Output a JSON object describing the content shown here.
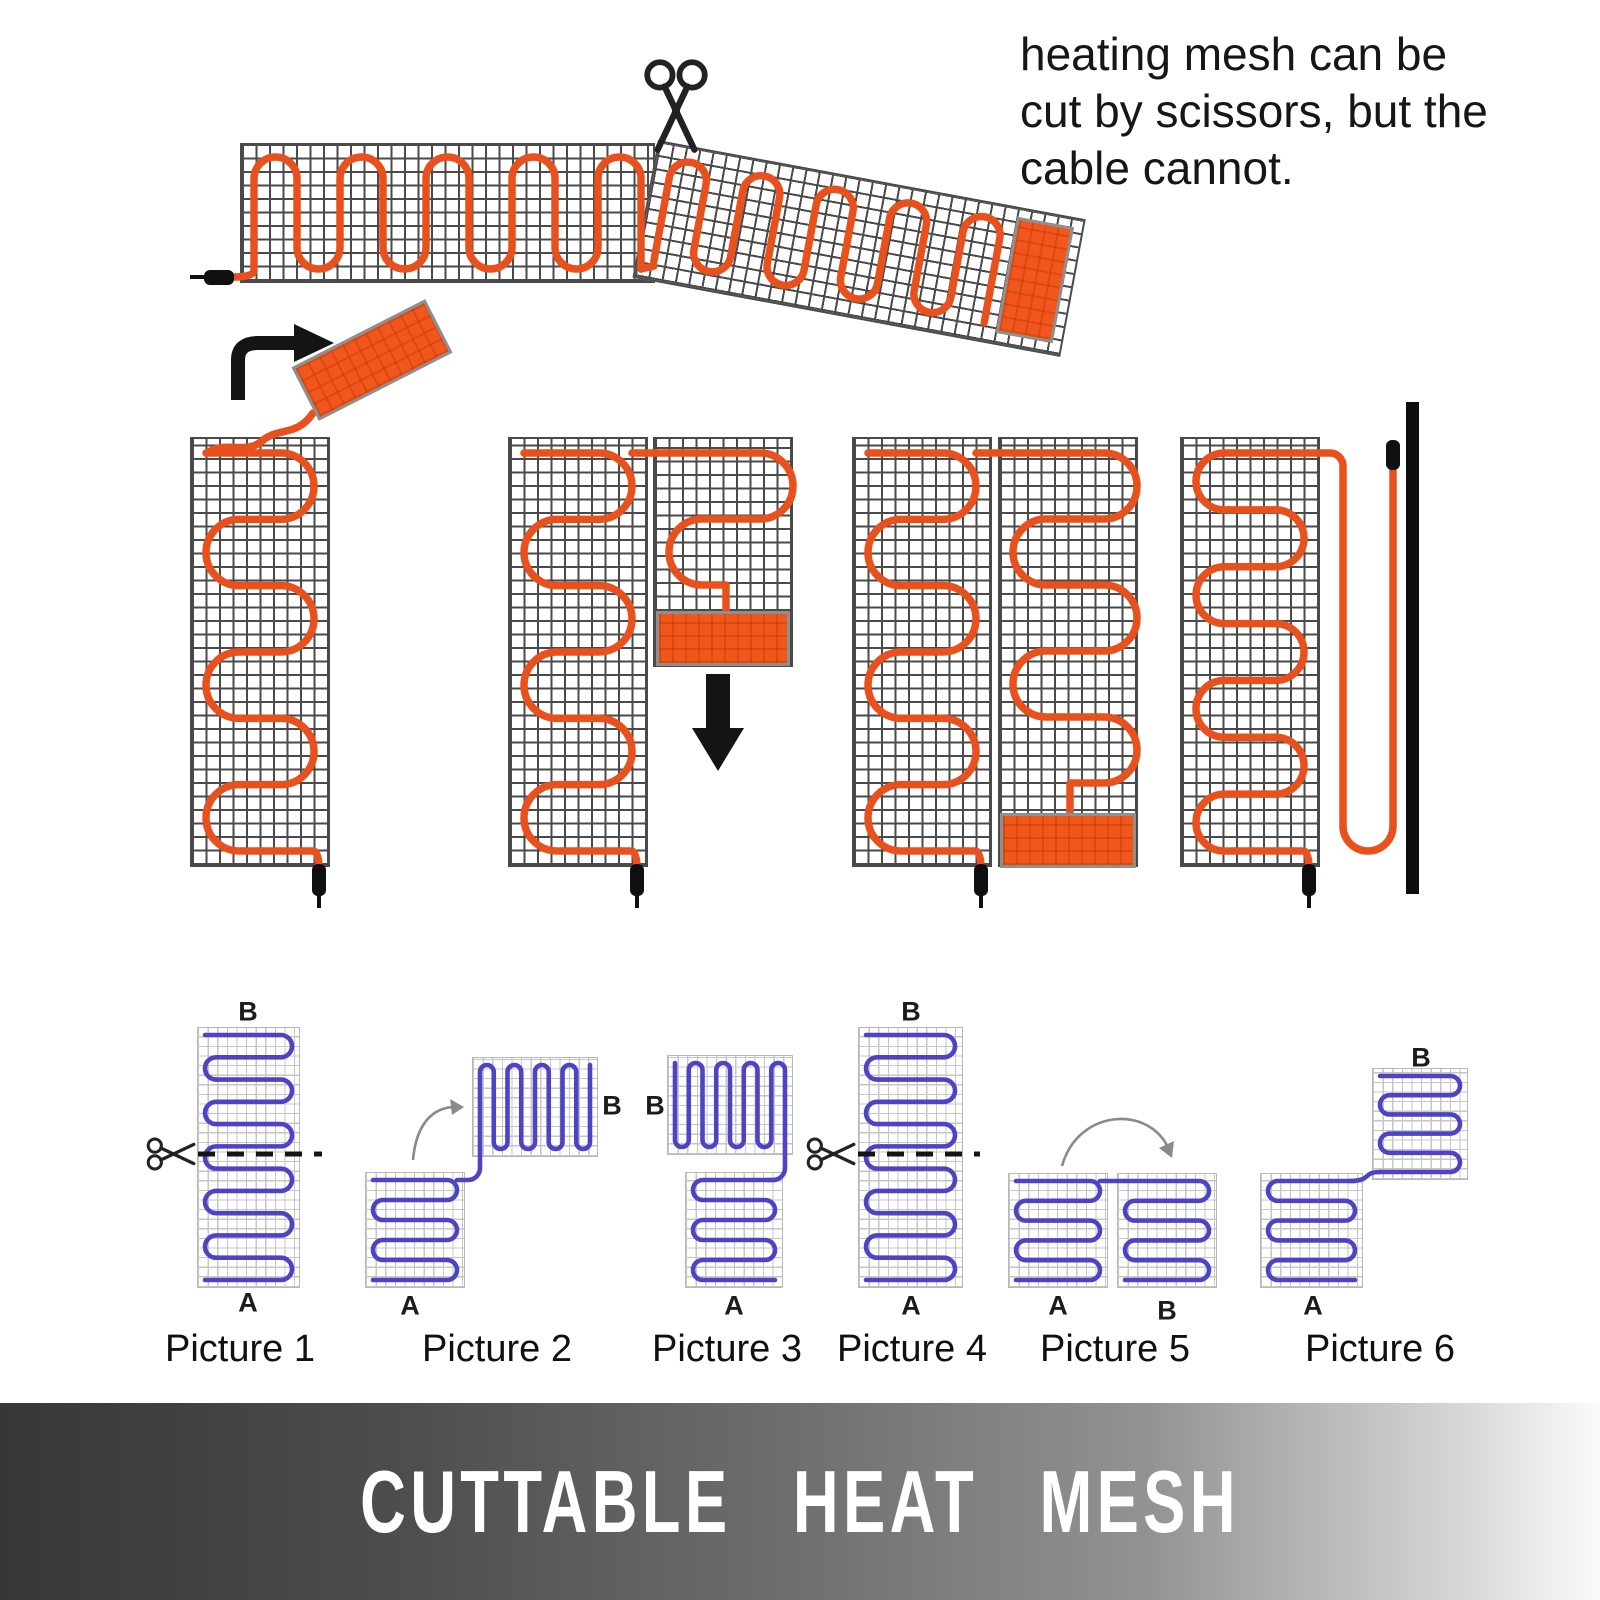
{
  "header": {
    "text": "heating mesh can be cut by scissors, but the cable cannot."
  },
  "banner": {
    "title": "CUTTABLE HEAT MESH"
  },
  "colors": {
    "hot_cable": "#E8511D",
    "diagram_cable": "#4D44C4",
    "mesh_grid_dark": "#4A4A4A",
    "mesh_grid_light": "#C6C6C6",
    "patch_orange": "#F1561C",
    "banner_dark": "#373737"
  },
  "icons": {
    "scissors": "✂",
    "curved_arrow": "➔",
    "down_arrow": "⬇"
  },
  "pictures": {
    "p1": {
      "caption": "Picture 1",
      "top_label": "B",
      "bottom_label": "A"
    },
    "p2": {
      "caption": "Picture 2",
      "bottom_label": "A",
      "side_label": "B"
    },
    "p3": {
      "caption": "Picture 3",
      "side_label": "B",
      "bottom_label": "A"
    },
    "p4": {
      "caption": "Picture 4",
      "top_label": "B",
      "bottom_label": "A"
    },
    "p5": {
      "caption": "Picture 5",
      "left_label": "A",
      "right_label": "B"
    },
    "p6": {
      "caption": "Picture 6",
      "bottom_label": "A",
      "top_label": "B"
    }
  }
}
